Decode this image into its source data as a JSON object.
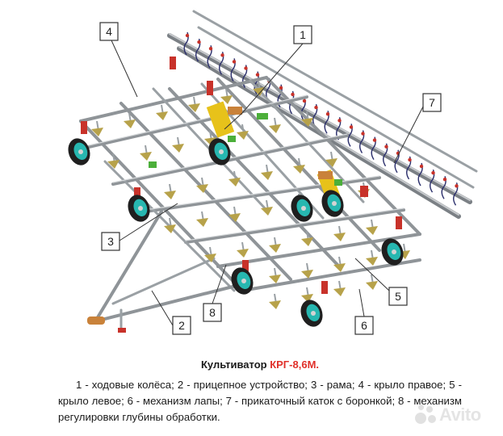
{
  "callouts": [
    "1",
    "2",
    "3",
    "4",
    "5",
    "6",
    "7",
    "8"
  ],
  "caption": {
    "title_prefix": "Культиватор ",
    "title_model": "КРГ-8,6М.",
    "body": "1 - ходовые колёса; 2 - прицепное устройство; 3 - рама; 4 - крыло правое; 5 - крыло левое; 6 - механизм лапы; 7 - прикаточный каток с боронкой; 8 - механизм регулировки глубины обработки."
  },
  "watermark": {
    "logo_text": "Avito"
  },
  "colors": {
    "frame": "#8f9498",
    "wheel_rim": "#27b7b0",
    "tines": "#b7a24a",
    "springs": "#2a2e6b",
    "accent_red": "#c8322a",
    "accent_yellow": "#e7c21a",
    "accent_green": "#4caf3a",
    "model_text": "#e0302a"
  }
}
